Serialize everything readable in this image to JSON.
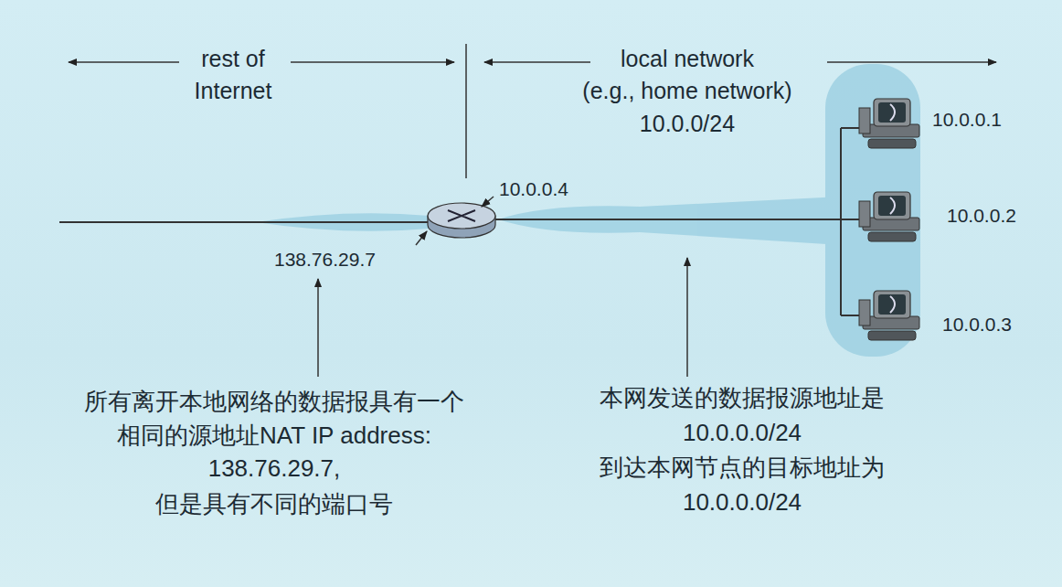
{
  "diagram": {
    "labels": [
      "rest of",
      "Internet",
      "local network",
      "(e.g., home network)",
      "10.0.0/24",
      "10.0.0.1",
      "10.0.0.2",
      "10.0.0.3",
      "10.0.0.4",
      "138.76.29.7",
      "所有离开本地网络的数据报具有一个",
      "相同的源地址NAT IP address:",
      "138.76.29.7,",
      "但是具有不同的端口号",
      "本网发送的数据报源地址是",
      "10.0.0.0/24",
      "到达本网节点的目标地址为",
      "10.0.0.0/24"
    ]
  }
}
